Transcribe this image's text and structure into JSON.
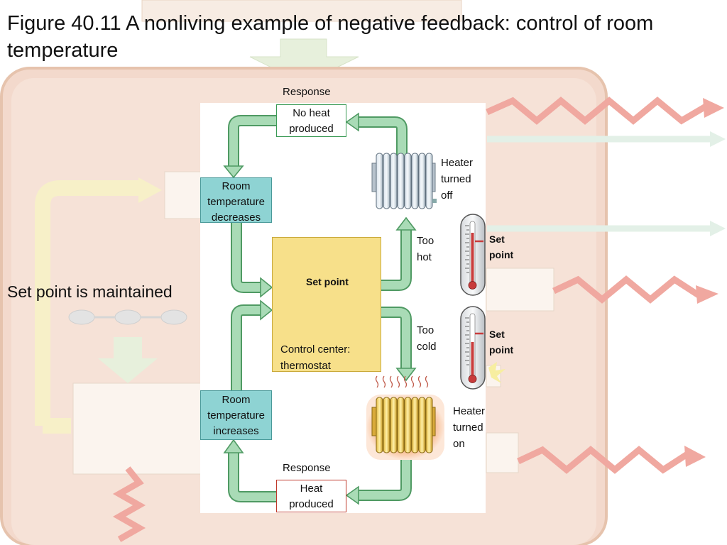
{
  "title": "Figure 40.11 A nonliving example of negative feedback: control of room temperature",
  "side_note": "Set point is maintained",
  "diagram": {
    "response_top_caption": "Response",
    "response_top_box": "No heat produced",
    "heater_off_label": "Heater turned off",
    "too_hot_label": "Too hot",
    "too_cold_label": "Too cold",
    "set_point_main": "Set point",
    "set_point_right_top": "Set point",
    "set_point_right_bottom": "Set point",
    "room_decreases": "Room temperature decreases",
    "room_increases": "Room temperature increases",
    "control_center": "Control center: thermostat",
    "heater_on_label": "Heater turned on",
    "response_bottom_caption": "Response",
    "response_bottom_box": "Heat produced"
  },
  "colors": {
    "arrow_fill": "#a9dbb6",
    "arrow_stroke": "#4f9a63",
    "teal_box": "#8ed3d3",
    "thermostat_box": "#f7e08a",
    "background_tint": "#f3d9cc",
    "red_zigzag": "#f0a8a0"
  }
}
